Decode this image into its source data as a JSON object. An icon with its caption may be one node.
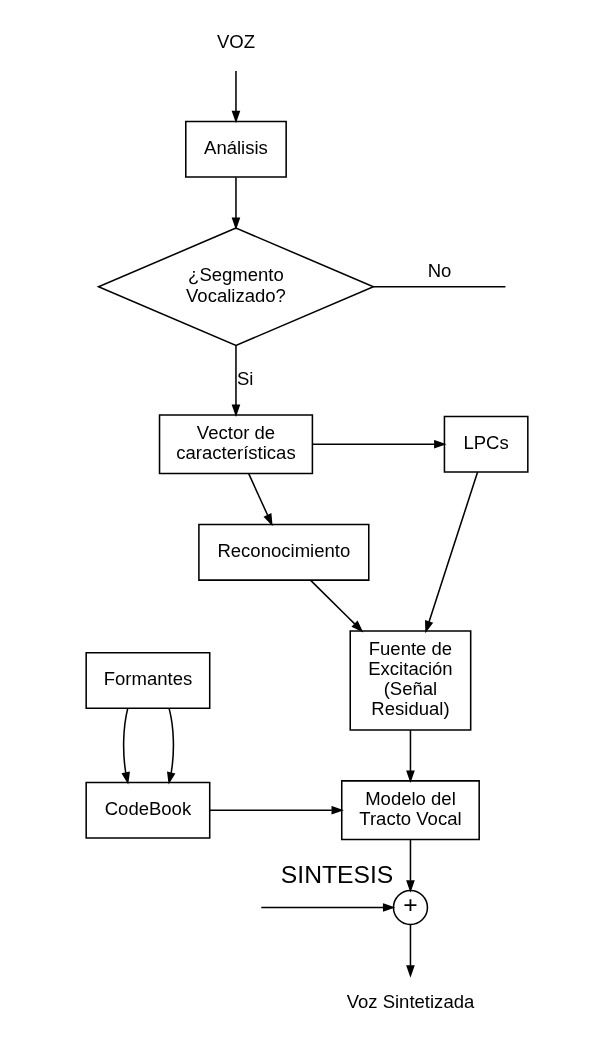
{
  "diagram": {
    "nodes": [
      {
        "text": [
          "VOZ"
        ]
      },
      {
        "text": [
          "Análisis"
        ]
      },
      {
        "text": [
          "¿Segmento Vocalizado?"
        ]
      },
      {
        "text": [
          "Vector de características"
        ]
      },
      {
        "text": [
          "LPCs"
        ]
      },
      {
        "text": [
          "Reconocimiento"
        ]
      },
      {
        "text": [
          "Fuente de Excitación (Señal Residual)"
        ]
      },
      {
        "text": [
          "Formantes"
        ]
      },
      {
        "text": [
          "CodeBook"
        ]
      },
      {
        "text": [
          "Modelo del Tracto Vocal"
        ]
      },
      {
        "text": [
          "+"
        ],
        "beside": [
          "SINTESIS"
        ]
      },
      {
        "text": [
          "Voz Sintetizada"
        ]
      }
    ],
    "edges": [
      {
        "from": 0,
        "to": 1,
        "arrow": "to"
      },
      {
        "from": 1,
        "to": 2,
        "arrow": "to"
      },
      {
        "from": 2,
        "to": 3,
        "arrow": "to",
        "label": "Si"
      },
      {
        "from": 2,
        "to": null,
        "arrow": "none",
        "label": "No"
      },
      {
        "from": 3,
        "to": 4,
        "arrow": "to"
      },
      {
        "from": 3,
        "to": 5,
        "arrow": "to"
      },
      {
        "from": 4,
        "to": 6,
        "arrow": "to"
      },
      {
        "from": 5,
        "to": 6,
        "arrow": "to"
      },
      {
        "from": 6,
        "to": 9,
        "arrow": "to"
      },
      {
        "from": 7,
        "to": 8,
        "arrow": "to"
      },
      {
        "from": 7,
        "to": 8,
        "arrow": "to"
      },
      {
        "from": 8,
        "to": 9,
        "arrow": "to"
      },
      {
        "from": 9,
        "to": 10,
        "arrow": "to"
      },
      {
        "from": null,
        "to": 10,
        "arrow": "to"
      },
      {
        "from": 10,
        "to": 11,
        "arrow": "to"
      }
    ]
  }
}
